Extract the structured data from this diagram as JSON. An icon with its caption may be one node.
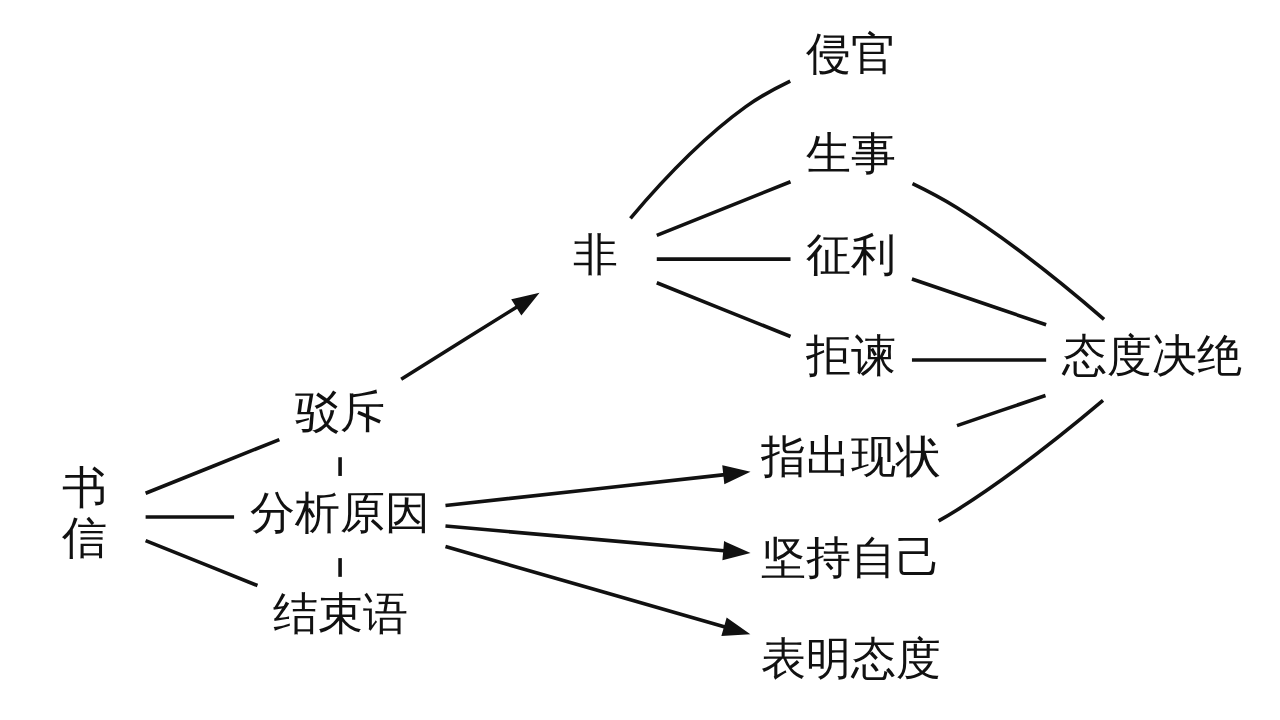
{
  "diagram": {
    "nodes": [
      {
        "text": [
          "书信"
        ]
      },
      {
        "text": [
          "驳斥"
        ]
      },
      {
        "text": [
          "分析原因"
        ]
      },
      {
        "text": [
          "结束语"
        ]
      },
      {
        "text": [
          "非"
        ]
      },
      {
        "text": [
          "侵官"
        ]
      },
      {
        "text": [
          "生事"
        ]
      },
      {
        "text": [
          "征利"
        ]
      },
      {
        "text": [
          "拒谏"
        ]
      },
      {
        "text": [
          "指出现状"
        ]
      },
      {
        "text": [
          "坚持自己"
        ]
      },
      {
        "text": [
          "表明态度"
        ]
      },
      {
        "text": [
          "态度决绝"
        ]
      }
    ],
    "edges": [
      {
        "from": 0,
        "to": 1,
        "arrow": "none"
      },
      {
        "from": 0,
        "to": 2,
        "arrow": "none"
      },
      {
        "from": 0,
        "to": 3,
        "arrow": "none"
      },
      {
        "from": 1,
        "to": 2,
        "arrow": "none"
      },
      {
        "from": 2,
        "to": 3,
        "arrow": "none"
      },
      {
        "from": 1,
        "to": 4,
        "arrow": "to"
      },
      {
        "from": 4,
        "to": 5,
        "arrow": "none"
      },
      {
        "from": 4,
        "to": 6,
        "arrow": "none"
      },
      {
        "from": 4,
        "to": 7,
        "arrow": "none"
      },
      {
        "from": 4,
        "to": 8,
        "arrow": "none"
      },
      {
        "from": 2,
        "to": 9,
        "arrow": "to"
      },
      {
        "from": 2,
        "to": 10,
        "arrow": "to"
      },
      {
        "from": 2,
        "to": 11,
        "arrow": "to"
      },
      {
        "from": 6,
        "to": 12,
        "arrow": "none"
      },
      {
        "from": 7,
        "to": 12,
        "arrow": "none"
      },
      {
        "from": 8,
        "to": 12,
        "arrow": "none"
      },
      {
        "from": 9,
        "to": 12,
        "arrow": "none"
      },
      {
        "from": 10,
        "to": 12,
        "arrow": "none"
      }
    ]
  }
}
